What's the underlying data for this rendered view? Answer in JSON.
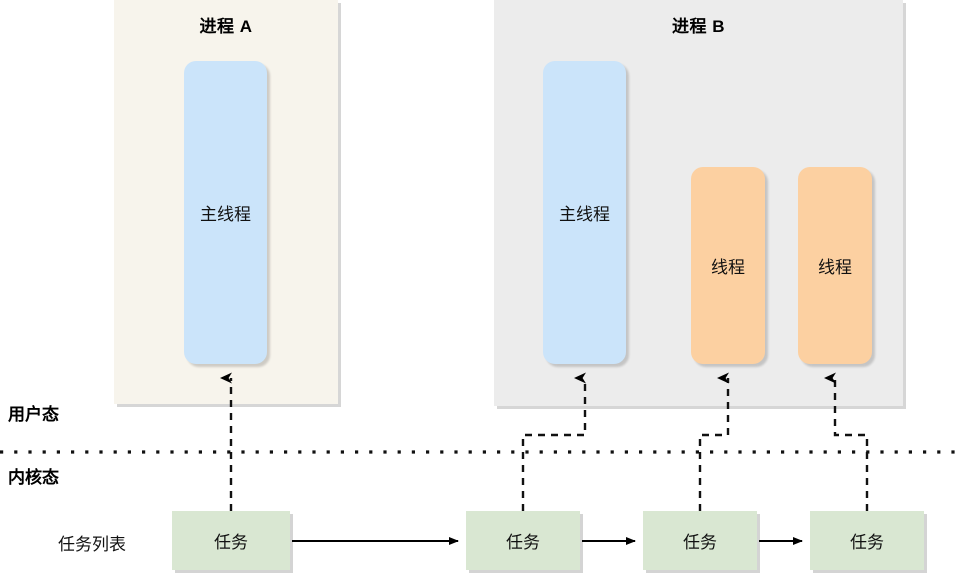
{
  "diagram": {
    "title_hidden": "",
    "processes": [
      {
        "name": "process-a",
        "label": "进程 A",
        "fill": "#f7f4ec",
        "threads": [
          {
            "name": "thread-a-main",
            "label": "主线程",
            "kind": "main",
            "fill": "#cbe4fa"
          }
        ]
      },
      {
        "name": "process-b",
        "label": "进程 B",
        "fill": "#ececec",
        "threads": [
          {
            "name": "thread-b-main",
            "label": "主线程",
            "kind": "main",
            "fill": "#cbe4fa"
          },
          {
            "name": "thread-b-worker-1",
            "label": "线程",
            "kind": "worker",
            "fill": "#fcd0a1"
          },
          {
            "name": "thread-b-worker-2",
            "label": "线程",
            "kind": "worker",
            "fill": "#fcd0a1"
          }
        ]
      }
    ],
    "mode_labels": {
      "user": "用户态",
      "kernel": "内核态"
    },
    "task_list": {
      "label": "任务列表",
      "fill": "#d9e7d2",
      "tasks": [
        {
          "name": "task-1",
          "label": "任务"
        },
        {
          "name": "task-2",
          "label": "任务"
        },
        {
          "name": "task-3",
          "label": "任务"
        },
        {
          "name": "task-4",
          "label": "任务"
        }
      ]
    },
    "colors": {
      "main_thread": "#cbe4fa",
      "worker_thread": "#fcd0a1",
      "task": "#d9e7d2",
      "process_a_bg": "#f7f4ec",
      "process_b_bg": "#ececec",
      "line": "#000000",
      "dashed": "#1a1a1a"
    }
  }
}
